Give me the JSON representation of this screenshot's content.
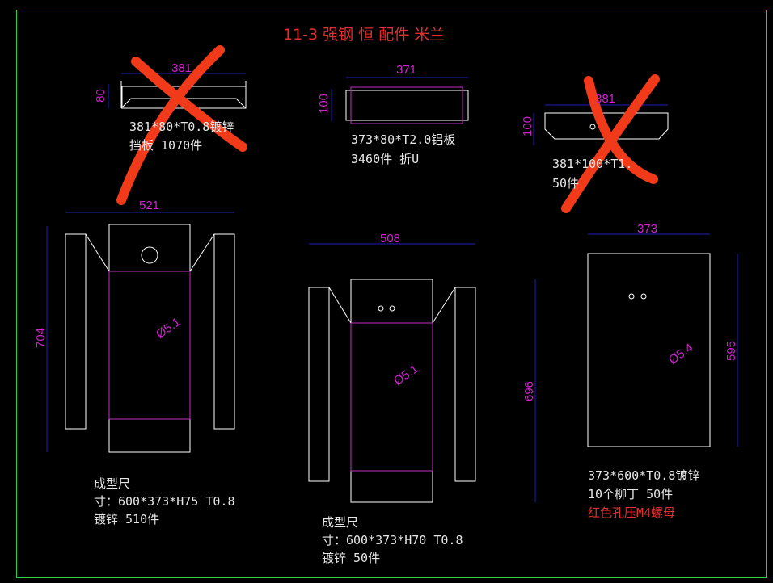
{
  "title": "11-3 强钢 恒 配件 米兰",
  "parts": [
    {
      "dims": {
        "w": "381",
        "h": "80"
      },
      "line1": "381*80*T0.8镀锌",
      "line2": "挡板 1070件",
      "crossed": true
    },
    {
      "dims": {
        "w": "371",
        "h": "100"
      },
      "line1": "373*80*T2.0铝板",
      "line2": "3460件 折U",
      "crossed": false
    },
    {
      "dims": {
        "w": "381",
        "h": "100"
      },
      "line1": "381*100*T1.",
      "line2": "50件",
      "crossed": true
    },
    {
      "dims": {
        "w": "521",
        "h": "704",
        "hole": "Ø5.1"
      },
      "line1": "成型尺",
      "line2": "寸：600*373*H75 T0.8",
      "line3": "镀锌 510件"
    },
    {
      "dims": {
        "w": "508",
        "h": "696",
        "hole": "Ø5.1"
      },
      "line1": "成型尺",
      "line2": "寸：600*373*H70 T0.8",
      "line3": "镀锌 50件"
    },
    {
      "dims": {
        "w": "373",
        "h": "595",
        "hole": "Ø5.4"
      },
      "line1": "373*600*T0.8镀锌",
      "line2": "10个柳丁 50件",
      "line3": "红色孔压M4螺母"
    }
  ],
  "colors": {
    "dim": "#d020d0",
    "cross": "#f03a1a",
    "frame": "#2ecc40",
    "note": "#e03030"
  }
}
